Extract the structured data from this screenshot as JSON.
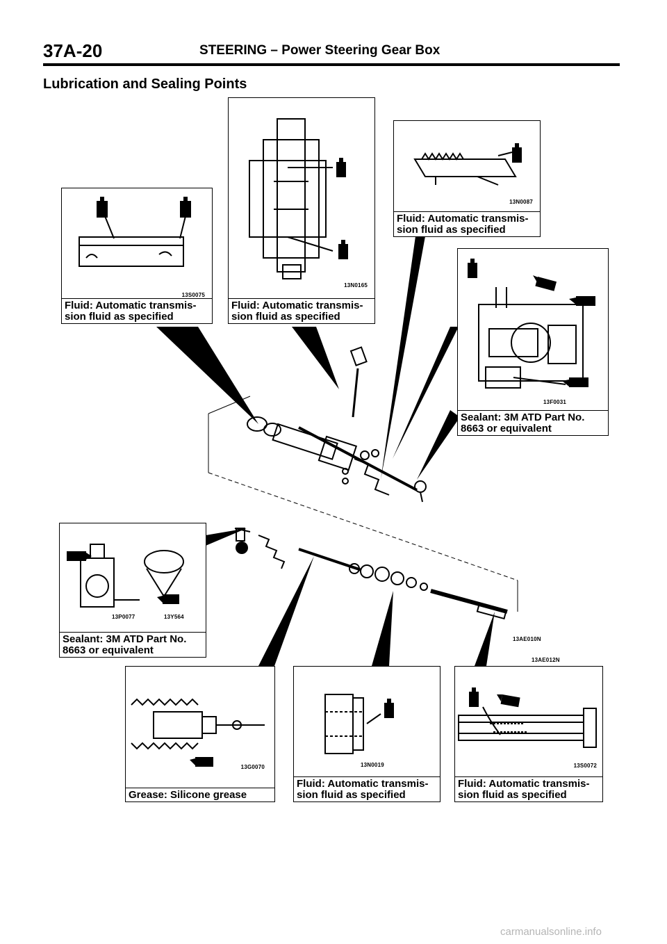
{
  "header": {
    "page_number": "37A-20",
    "title": "STEERING – Power Steering Gear Box"
  },
  "section_title": "Lubrication and Sealing Points",
  "callouts": [
    {
      "code": "13S0075",
      "caption": "Fluid: Automatic transmis-\nsion fluid as specified"
    },
    {
      "code": "13N0165",
      "caption": "Fluid: Automatic transmis-\nsion fluid as specified"
    },
    {
      "code": "13N0087",
      "caption": "Fluid: Automatic transmis-\nsion fluid as specified"
    },
    {
      "code": "13F0031",
      "caption": "Sealant: 3M ATD Part No.\n8663 or equivalent"
    },
    {
      "code": "13P0077",
      "code2": "13Y564",
      "caption": "Sealant: 3M ATD Part No.\n8663 or equivalent"
    },
    {
      "code": "13G0070",
      "caption": "Grease: Silicone grease"
    },
    {
      "code": "13N0019",
      "caption": "Fluid: Automatic transmis-\nsion fluid as specified"
    },
    {
      "code": "13S0072",
      "caption": "Fluid: Automatic transmis-\nsion fluid as specified"
    }
  ],
  "main_codes": {
    "upper": "13AE010N",
    "lower": "13AE012N"
  },
  "watermark": "carmanualsonline.info",
  "icons": [
    "oil-can-icon",
    "sealant-tube-icon",
    "grease-tube-icon"
  ]
}
